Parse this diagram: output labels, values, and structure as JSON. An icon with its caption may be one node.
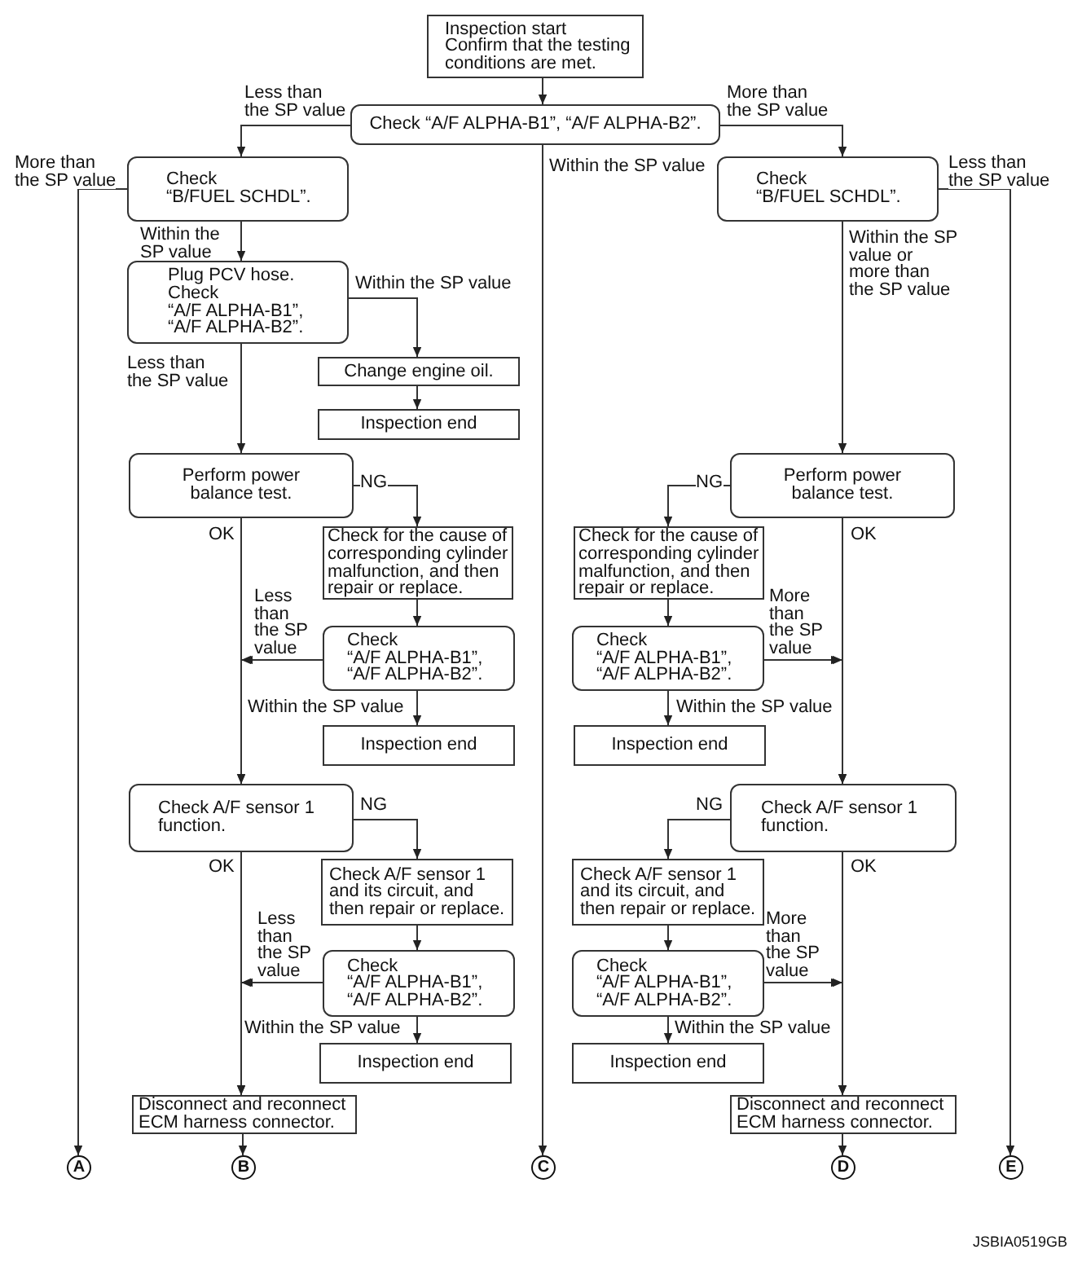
{
  "diagram": {
    "nodes": [
      {
        "text": [
          "Inspection start",
          "Confirm that the testing conditions are met."
        ]
      },
      {
        "text": [
          "Check “A/F ALPHA-B1”, “A/F ALPHA-B2”."
        ]
      },
      {
        "text": [
          "Check “B/FUEL SCHDL”."
        ]
      },
      {
        "text": [
          "Check “B/FUEL SCHDL”."
        ]
      },
      {
        "text": [
          "Plug PCV hose.",
          "Check “A/F ALPHA-B1”, “A/F ALPHA-B2”."
        ]
      },
      {
        "text": [
          "Change engine oil."
        ]
      },
      {
        "text": [
          "Inspection end"
        ]
      },
      {
        "text": [
          "Perform power balance test."
        ]
      },
      {
        "text": [
          "Check for the cause of corresponding cylinder malfunction, and then repair or replace."
        ]
      },
      {
        "text": [
          "Check “A/F ALPHA-B1”, “A/F ALPHA-B2”."
        ]
      },
      {
        "text": [
          "Inspection end"
        ]
      },
      {
        "text": [
          "Perform power balance test."
        ]
      },
      {
        "text": [
          "Check for the cause of corresponding cylinder malfunction, and then repair or replace."
        ]
      },
      {
        "text": [
          "Check “A/F ALPHA-B1”, “A/F ALPHA-B2”."
        ]
      },
      {
        "text": [
          "Inspection end"
        ]
      },
      {
        "text": [
          "Check A/F sensor 1 function."
        ]
      },
      {
        "text": [
          "Check A/F sensor 1 and its circuit, and then repair or replace."
        ]
      },
      {
        "text": [
          "Check “A/F ALPHA-B1”, “A/F ALPHA-B2”."
        ]
      },
      {
        "text": [
          "Inspection end"
        ]
      },
      {
        "text": [
          "Disconnect and reconnect ECM harness connector."
        ]
      },
      {
        "text": [
          "Check A/F sensor 1 function."
        ]
      },
      {
        "text": [
          "Check A/F sensor 1 and its circuit, and then repair or replace."
        ]
      },
      {
        "text": [
          "Check “A/F ALPHA-B1”, “A/F ALPHA-B2”."
        ]
      },
      {
        "text": [
          "Inspection end"
        ]
      },
      {
        "text": [
          "Disconnect and reconnect ECM harness connector."
        ]
      },
      {
        "text": [
          "A"
        ]
      },
      {
        "text": [
          "B"
        ]
      },
      {
        "text": [
          "C"
        ]
      },
      {
        "text": [
          "D"
        ]
      },
      {
        "text": [
          "E"
        ]
      }
    ],
    "edges": [
      {
        "from": 0,
        "to": 1,
        "arrow": "to"
      },
      {
        "from": 1,
        "to": 2,
        "arrow": "to",
        "label": "Less than the SP value"
      },
      {
        "from": 1,
        "to": 3,
        "arrow": "to",
        "label": "More than the SP value"
      },
      {
        "from": 1,
        "to": 27,
        "arrow": "to",
        "label": "Within the SP value"
      },
      {
        "from": 2,
        "to": 25,
        "arrow": "to",
        "label": "More than the SP value"
      },
      {
        "from": 2,
        "to": 4,
        "arrow": "to",
        "label": "Within the SP value"
      },
      {
        "from": 3,
        "to": 29,
        "arrow": "to",
        "label": "Less than the SP value"
      },
      {
        "from": 3,
        "to": 11,
        "arrow": "to",
        "label": "Within the SP value or more than the SP value"
      },
      {
        "from": 4,
        "to": 5,
        "arrow": "to",
        "label": "Within the SP value"
      },
      {
        "from": 4,
        "to": 7,
        "arrow": "to",
        "label": "Less than the SP value"
      },
      {
        "from": 5,
        "to": 6,
        "arrow": "to"
      },
      {
        "from": 7,
        "to": 8,
        "arrow": "to",
        "label": "NG"
      },
      {
        "from": 7,
        "to": 15,
        "arrow": "to",
        "label": "OK"
      },
      {
        "from": 8,
        "to": 9,
        "arrow": "to"
      },
      {
        "from": 9,
        "to": 15,
        "arrow": "to",
        "label": "Less than the SP value"
      },
      {
        "from": 9,
        "to": 10,
        "arrow": "to",
        "label": "Within the SP value"
      },
      {
        "from": 11,
        "to": 12,
        "arrow": "to",
        "label": "NG"
      },
      {
        "from": 11,
        "to": 20,
        "arrow": "to",
        "label": "OK"
      },
      {
        "from": 12,
        "to": 13,
        "arrow": "to"
      },
      {
        "from": 13,
        "to": 20,
        "arrow": "to",
        "label": "More than the SP value"
      },
      {
        "from": 13,
        "to": 14,
        "arrow": "to",
        "label": "Within the SP value"
      },
      {
        "from": 15,
        "to": 16,
        "arrow": "to",
        "label": "NG"
      },
      {
        "from": 15,
        "to": 19,
        "arrow": "to",
        "label": "OK"
      },
      {
        "from": 16,
        "to": 17,
        "arrow": "to"
      },
      {
        "from": 17,
        "to": 19,
        "arrow": "to",
        "label": "Less than the SP value"
      },
      {
        "from": 17,
        "to": 18,
        "arrow": "to",
        "label": "Within the SP value"
      },
      {
        "from": 20,
        "to": 21,
        "arrow": "to",
        "label": "NG"
      },
      {
        "from": 20,
        "to": 24,
        "arrow": "to",
        "label": "OK"
      },
      {
        "from": 21,
        "to": 22,
        "arrow": "to"
      },
      {
        "from": 22,
        "to": 24,
        "arrow": "to",
        "label": "More than the SP value"
      },
      {
        "from": 22,
        "to": 23,
        "arrow": "to",
        "label": "Within the SP value"
      },
      {
        "from": 19,
        "to": 26,
        "arrow": "to"
      },
      {
        "from": 24,
        "to": 28,
        "arrow": "to"
      }
    ],
    "labels": [
      "JSBIA0519GB"
    ]
  }
}
